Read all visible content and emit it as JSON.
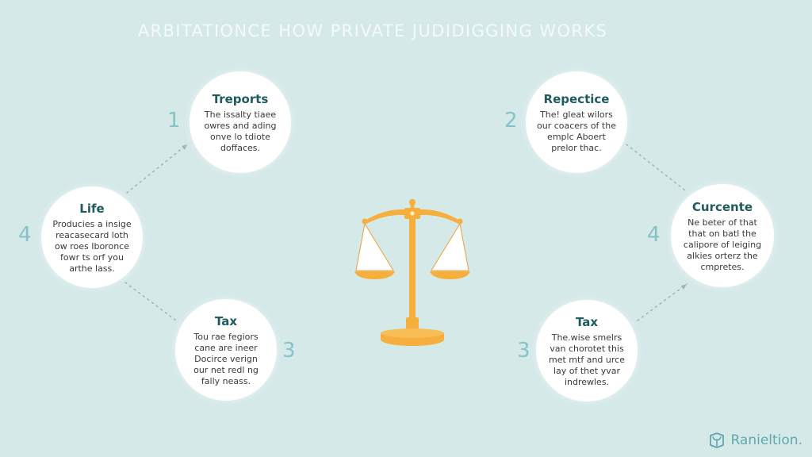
{
  "header": {
    "title": "ARBITATIONCE HOW PRIVATE JUDIDIGGING WORKS"
  },
  "colors": {
    "background": "#d6e9e9",
    "node_fill": "#ffffff",
    "node_title": "#1f5a5c",
    "step_number": "#86c3c8",
    "scale_accent": "#f6ae3c",
    "connector": "#9ab9bb",
    "brand": "#5fa8b0"
  },
  "center_icon": "balance-scale-icon",
  "nodes": [
    {
      "id": "top-left",
      "step": "1",
      "title": "Treports",
      "body": [
        "The issalty tiaee",
        "owres and ading",
        "onve lo tdiote",
        "doffaces."
      ]
    },
    {
      "id": "top-right",
      "step": "2",
      "title": "Repectice",
      "body": [
        "The! gleat wilors",
        "our coacers of the",
        "emplc Aboert",
        "prelor thac."
      ]
    },
    {
      "id": "left",
      "step": "4",
      "title": "Life",
      "body": [
        "Producies a insige",
        "reacasecard loth",
        "ow roes Iboronce",
        "fowr ts orf you",
        "arthe lass."
      ]
    },
    {
      "id": "right",
      "step": "4",
      "title": "Curcente",
      "body": [
        "Ne beter of that",
        "that on batl the",
        "calipore of leiging",
        "alkies orterz the",
        "cmpretes."
      ]
    },
    {
      "id": "bottom-left",
      "step": "3",
      "title": "Tax",
      "body": [
        "Tou rae fegiors",
        "cane are ineer",
        "Docirce verign",
        "our net redl ng",
        "fally neass."
      ]
    },
    {
      "id": "bottom-right",
      "step": "3",
      "title": "Tax",
      "body": [
        "The.wise smelrs",
        "van chorotet this",
        "met mtf and urce",
        "lay of thet yvar",
        "indrewles."
      ]
    }
  ],
  "brand": {
    "icon": "box-leaf-logo-icon",
    "name": "Ranieltion."
  }
}
